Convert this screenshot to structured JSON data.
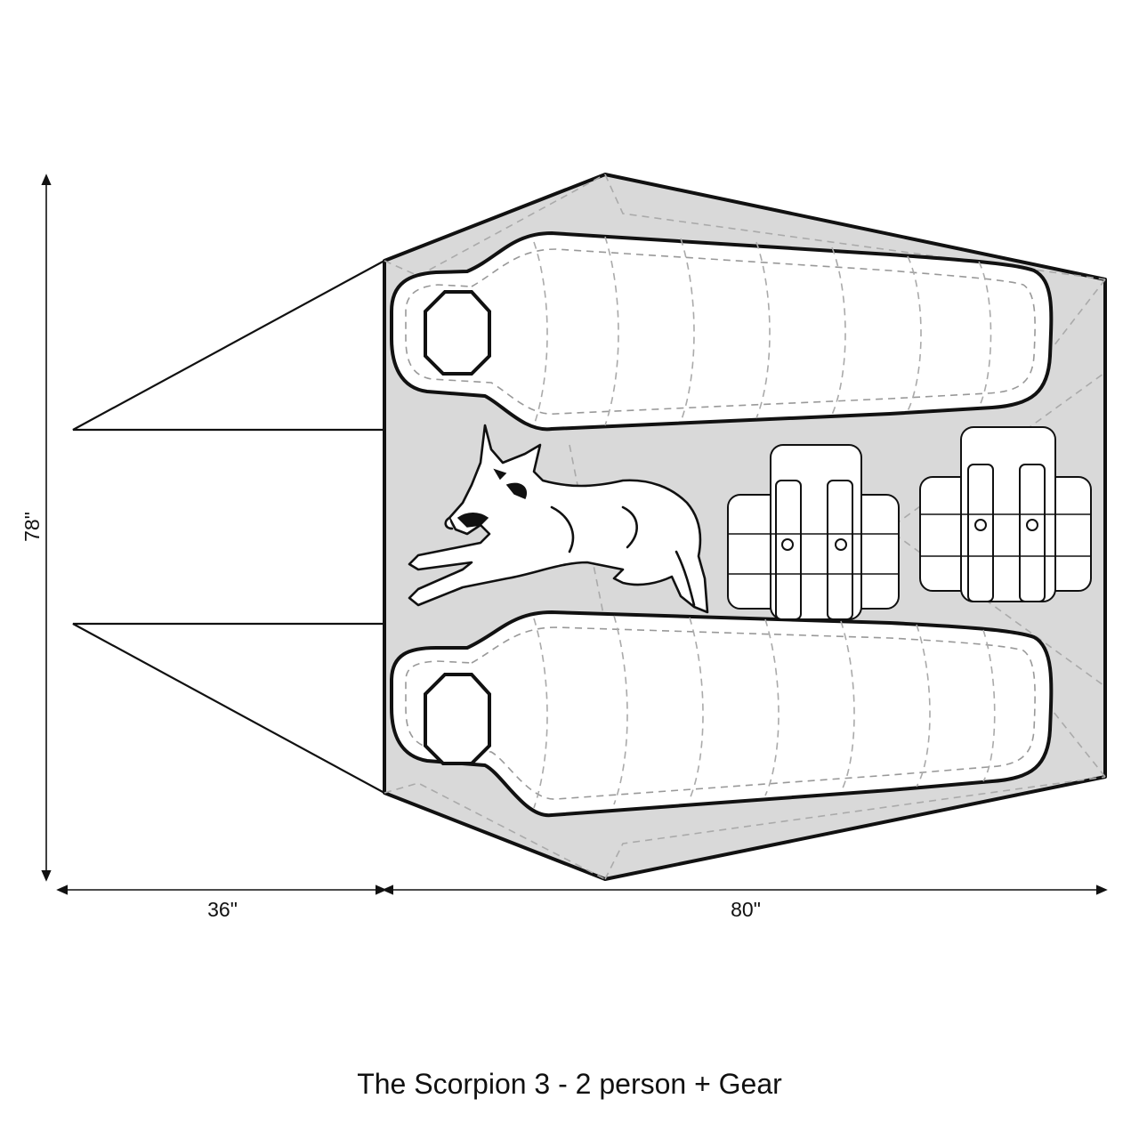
{
  "dimensions": {
    "height_label": "78\"",
    "vestibule_label": "36\"",
    "length_label": "80\""
  },
  "caption": "The Scorpion 3 - 2 person + Gear",
  "colors": {
    "floor": "#d9d9d9",
    "outline": "#111111",
    "bag_fill": "#ffffff"
  },
  "icons": [
    "sleeping-bag-icon",
    "dog-icon",
    "backpack-icon"
  ]
}
